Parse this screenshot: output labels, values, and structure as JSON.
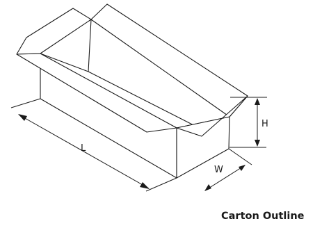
{
  "caption": "Carton Outline",
  "dimensions": {
    "length_label": "L",
    "width_label": "W",
    "height_label": "H"
  },
  "colors": {
    "line": "#1a1a1a",
    "background": "#ffffff"
  }
}
